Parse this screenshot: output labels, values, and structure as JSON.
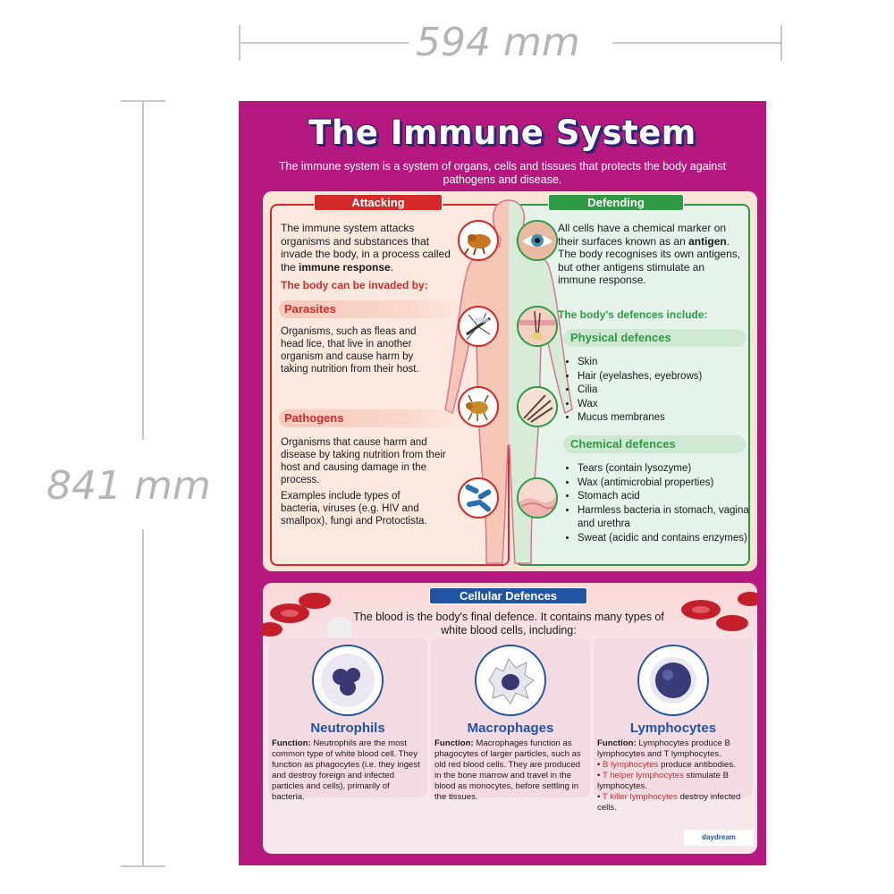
{
  "dimensions": {
    "width_label": "594 mm",
    "height_label": "841 mm"
  },
  "poster": {
    "title": "The Immune System",
    "subtitle": "The immune system is a system of organs, cells and tissues that protects the body against pathogens and disease."
  },
  "attacking": {
    "tag": "Attacking",
    "intro_1": "The immune system attacks organisms and substances that invade the body, in a process called the ",
    "intro_bold": "immune response",
    "intro_2": ".",
    "invaded_heading": "The body can be invaded by:",
    "parasites_heading": "Parasites",
    "parasites_text": "Organisms, such as fleas and head lice, that live in another organism and cause harm by taking nutrition from their host.",
    "pathogens_heading": "Pathogens",
    "pathogens_text": "Organisms that cause harm and disease by taking nutrition from their host and causing damage in the process.",
    "pathogens_examples": "Examples include types of bacteria, viruses (e.g. HIV and smallpox), fungi and Protoctista."
  },
  "defending": {
    "tag": "Defending",
    "intro_1": "All cells have a chemical marker on their surfaces known as an ",
    "intro_bold": "antigen",
    "intro_2": ". The body recognises its own antigens, but other antigens stimulate an immune response.",
    "defences_heading": "The body's defences include:",
    "physical_heading": "Physical defences",
    "physical_items": [
      "Skin",
      "Hair (eyelashes, eyebrows)",
      "Cilia",
      "Wax",
      "Mucus membranes"
    ],
    "chemical_heading": "Chemical defences",
    "chemical_items": [
      "Tears (contain lysozyme)",
      "Wax (antimicrobial properties)",
      "Stomach acid",
      "Harmless bacteria in stomach, vagina and urethra",
      "Sweat (acidic and contains enzymes)"
    ]
  },
  "cellular": {
    "tag": "Cellular Defences",
    "intro": "The blood is the body's final defence. It contains many types of white blood cells, including:",
    "neutrophils": {
      "name": "Neutrophils",
      "function_label": "Function:",
      "function_text": " Neutrophils are the most common type of white blood cell. They function as phagocytes (i.e. they ingest and destroy foreign and infected particles and cells), primarily of bacteria."
    },
    "macrophages": {
      "name": "Macrophages",
      "function_label": "Function:",
      "function_text": " Macrophages function as phagocytes of larger particles, such as old red blood cells. They are produced in the bone marrow and travel in the blood as monocytes, before settling in the tissues."
    },
    "lymphocytes": {
      "name": "Lymphocytes",
      "function_label": "Function:",
      "function_text": " Lymphocytes produce B lymphocytes and T lymphocytes.",
      "b_label": "B lymphocytes",
      "b_text": " produce antibodies.",
      "t_helper_label": "T helper lymphocytes",
      "t_helper_text": " stimulate B lymphocytes.",
      "t_killer_label": "T killer lymphocytes",
      "t_killer_text": " destroy infected cells."
    }
  },
  "brand": {
    "logo": "daydream"
  },
  "colors": {
    "poster_bg": "#b5197f",
    "attack_red": "#d42a2a",
    "defend_green": "#2e9a45",
    "cell_blue": "#2154a3"
  }
}
